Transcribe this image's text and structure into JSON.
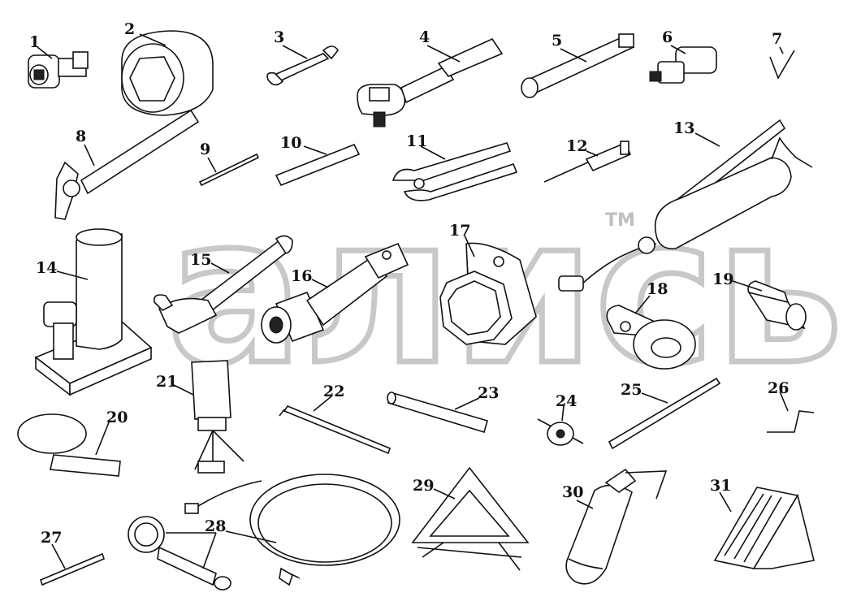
{
  "watermark": {
    "text": "ались",
    "trademark": "TM"
  },
  "labels": [
    "1",
    "2",
    "3",
    "4",
    "5",
    "6",
    "7",
    "8",
    "9",
    "10",
    "11",
    "12",
    "13",
    "14",
    "15",
    "16",
    "17",
    "18",
    "19",
    "20",
    "21",
    "22",
    "23",
    "24",
    "25",
    "26",
    "27",
    "28",
    "29",
    "30",
    "31"
  ]
}
